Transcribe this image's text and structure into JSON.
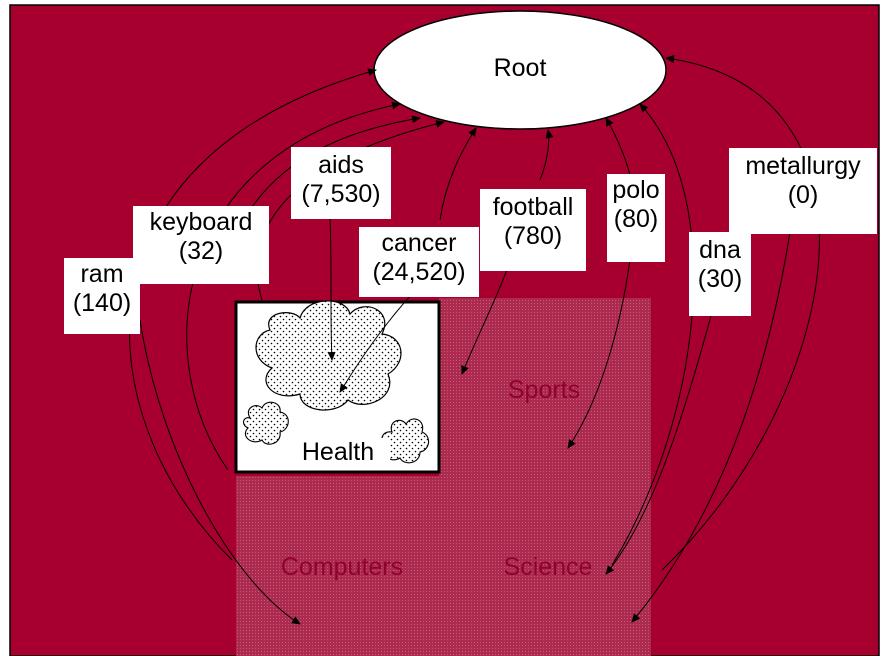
{
  "root_label": "Root",
  "categories": [
    {
      "key": "health",
      "label": "Health",
      "style": "active"
    },
    {
      "key": "sports",
      "label": "Sports",
      "style": "faded"
    },
    {
      "key": "computers",
      "label": "Computers",
      "style": "faded"
    },
    {
      "key": "science",
      "label": "Science",
      "style": "faded"
    }
  ],
  "terms": [
    {
      "term": "ram",
      "count": "(140)"
    },
    {
      "term": "keyboard",
      "count": "(32)"
    },
    {
      "term": "aids",
      "count": "(7,530)"
    },
    {
      "term": "cancer",
      "count": "(24,520)"
    },
    {
      "term": "football",
      "count": "(780)"
    },
    {
      "term": "polo",
      "count": "(80)"
    },
    {
      "term": "dna",
      "count": "(30)"
    },
    {
      "term": "metallurgy",
      "count": "(0)"
    }
  ],
  "colors": {
    "background": "#a8002e",
    "panel": "#ffffff",
    "faded_text": "#92002e",
    "stroke": "#000000"
  }
}
